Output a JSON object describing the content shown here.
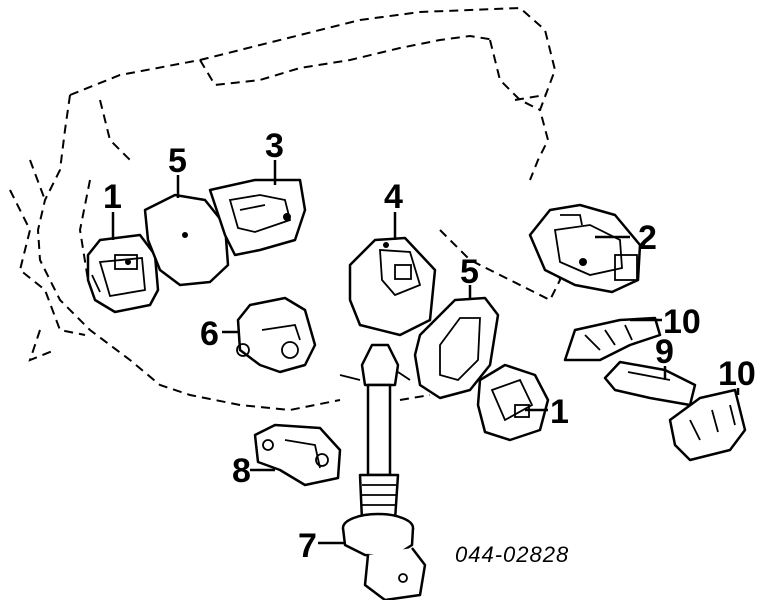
{
  "callouts": {
    "c1_left": "1",
    "c5_left": "5",
    "c3": "3",
    "c4": "4",
    "c2": "2",
    "c5_mid": "5",
    "c6": "6",
    "c10_top": "10",
    "c9": "9",
    "c10_right": "10",
    "c1_mid": "1",
    "c8": "8",
    "c7": "7"
  },
  "diagram_code": "044-02828"
}
